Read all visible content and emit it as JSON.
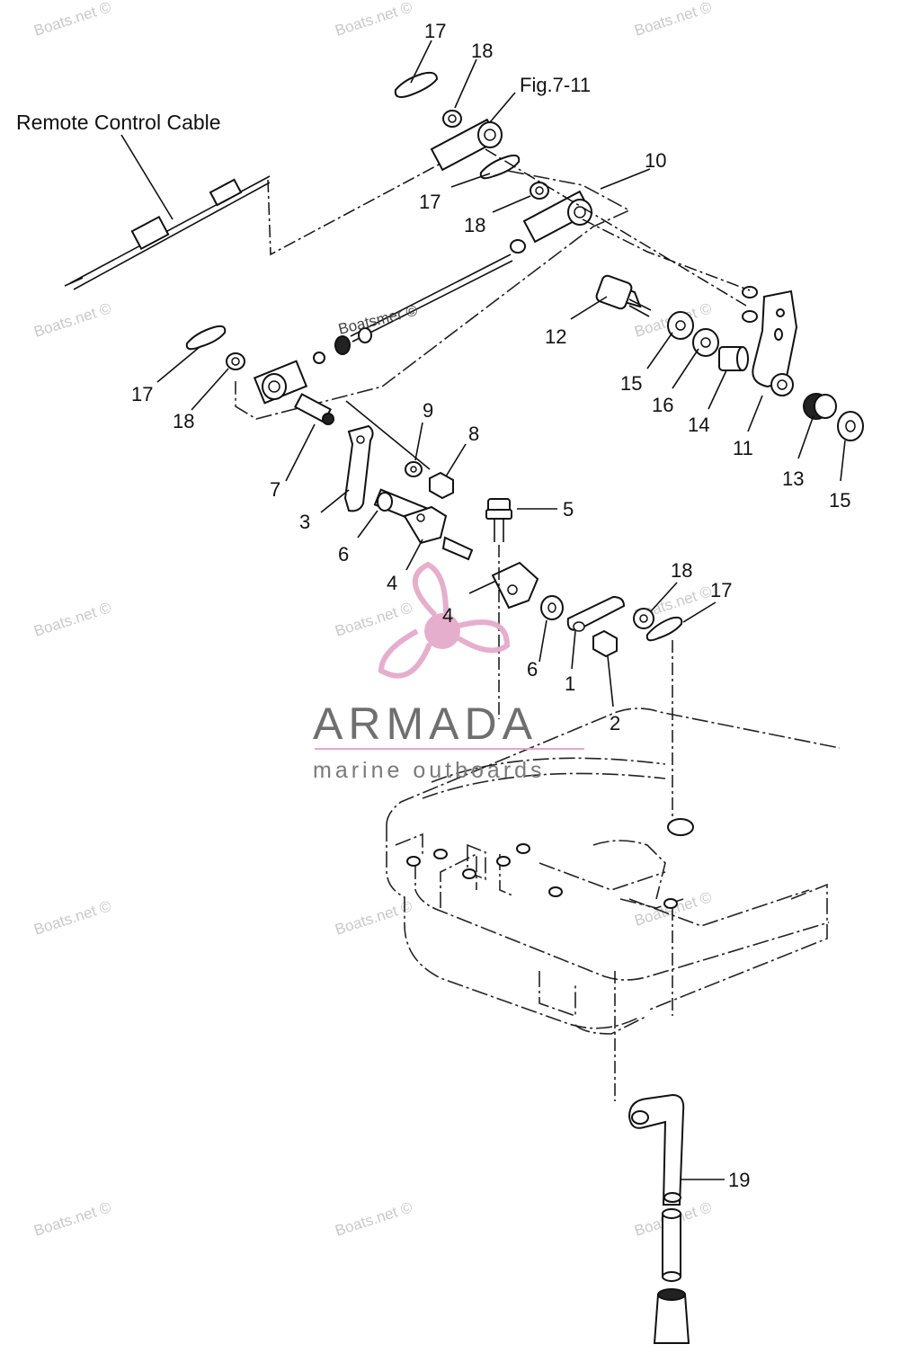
{
  "labels": {
    "remote_control_cable": "Remote Control Cable",
    "fig_ref": "Fig.7-11"
  },
  "callouts": [
    {
      "id": "c17a",
      "text": "17"
    },
    {
      "id": "c18a",
      "text": "18"
    },
    {
      "id": "c10",
      "text": "10"
    },
    {
      "id": "c17b",
      "text": "17"
    },
    {
      "id": "c18b",
      "text": "18"
    },
    {
      "id": "c12",
      "text": "12"
    },
    {
      "id": "c15a",
      "text": "15"
    },
    {
      "id": "c16",
      "text": "16"
    },
    {
      "id": "c14",
      "text": "14"
    },
    {
      "id": "c11",
      "text": "11"
    },
    {
      "id": "c13",
      "text": "13"
    },
    {
      "id": "c15b",
      "text": "15"
    },
    {
      "id": "c17c",
      "text": "17"
    },
    {
      "id": "c18c",
      "text": "18"
    },
    {
      "id": "c9",
      "text": "9"
    },
    {
      "id": "c8",
      "text": "8"
    },
    {
      "id": "c7",
      "text": "7"
    },
    {
      "id": "c3",
      "text": "3"
    },
    {
      "id": "c6a",
      "text": "6"
    },
    {
      "id": "c4a",
      "text": "4"
    },
    {
      "id": "c5",
      "text": "5"
    },
    {
      "id": "c4b",
      "text": "4"
    },
    {
      "id": "c18d",
      "text": "18"
    },
    {
      "id": "c17d",
      "text": "17"
    },
    {
      "id": "c6b",
      "text": "6"
    },
    {
      "id": "c1",
      "text": "1"
    },
    {
      "id": "c2",
      "text": "2"
    },
    {
      "id": "c19",
      "text": "19"
    }
  ],
  "watermark": {
    "text": "Boats.net ©",
    "overlay_text": "Boatsmer ©"
  },
  "brand": {
    "name": "ARMADA",
    "tagline": "marine outboards",
    "accent_color": "#e4a6c8",
    "text_color": "#6f6f6f"
  }
}
